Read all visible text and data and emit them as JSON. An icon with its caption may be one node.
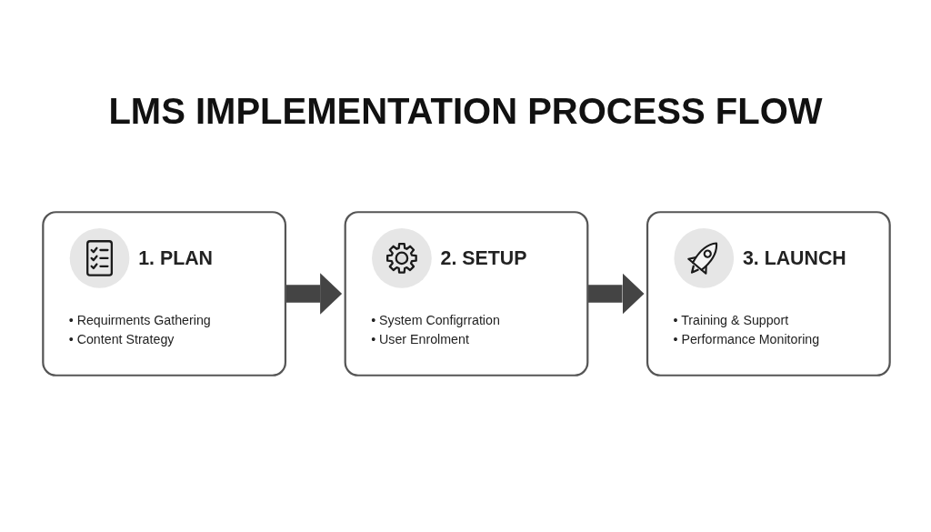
{
  "diagram": {
    "title": "LMS IMPLEMENTATION PROCESS FLOW",
    "nodes": [
      {
        "text": [
          "1. PLAN",
          "• Requirments Gathering",
          "• Content Strategy"
        ]
      },
      {
        "text": [
          "2. SETUP",
          "• System Configrration",
          "• User Enrolment"
        ]
      },
      {
        "text": [
          "3. LAUNCH",
          "• Training & Support",
          "• Performance Monitoring"
        ]
      }
    ],
    "edges": [
      {
        "from": 0,
        "to": 1,
        "arrow": "to"
      },
      {
        "from": 1,
        "to": 2,
        "arrow": "to"
      }
    ]
  }
}
